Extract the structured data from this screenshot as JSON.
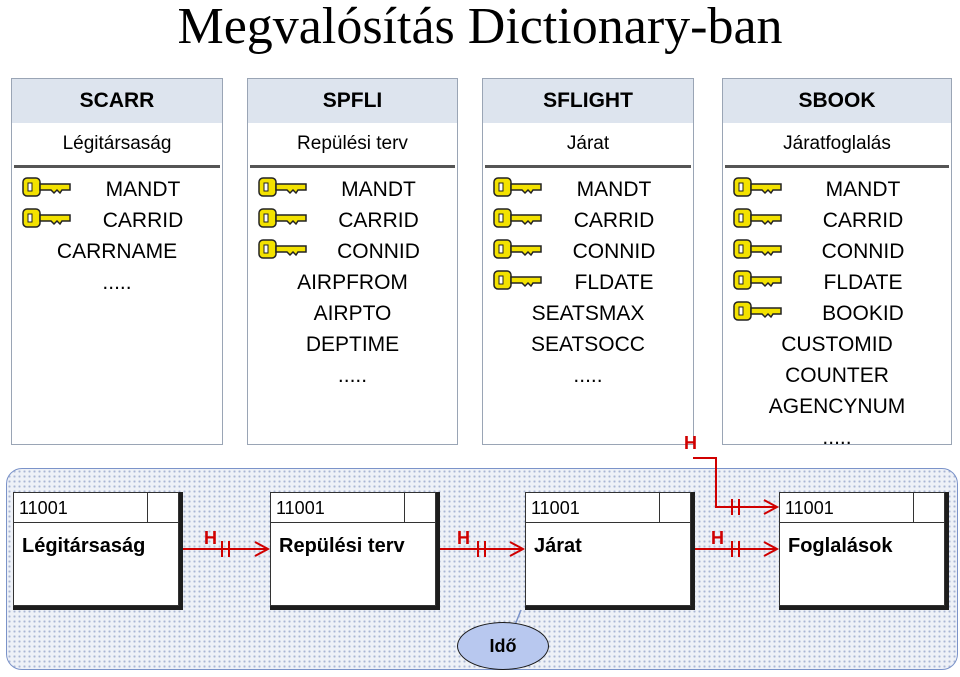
{
  "title": "Megvalósítás Dictionary-ban",
  "tables": [
    {
      "name": "SCARR",
      "desc": "Légitársaság",
      "fields": [
        {
          "n": "MANDT",
          "key": true
        },
        {
          "n": "CARRID",
          "key": true
        },
        {
          "n": "CARRNAME",
          "key": false
        },
        {
          "n": ".....",
          "key": false
        }
      ]
    },
    {
      "name": "SPFLI",
      "desc": "Repülési terv",
      "fields": [
        {
          "n": "MANDT",
          "key": true
        },
        {
          "n": "CARRID",
          "key": true
        },
        {
          "n": "CONNID",
          "key": true
        },
        {
          "n": "AIRPFROM",
          "key": false
        },
        {
          "n": "AIRPTO",
          "key": false
        },
        {
          "n": "DEPTIME",
          "key": false
        },
        {
          "n": ".....",
          "key": false
        }
      ]
    },
    {
      "name": "SFLIGHT",
      "desc": "Járat",
      "fields": [
        {
          "n": "MANDT",
          "key": true
        },
        {
          "n": "CARRID",
          "key": true
        },
        {
          "n": "CONNID",
          "key": true
        },
        {
          "n": "FLDATE",
          "key": true
        },
        {
          "n": "SEATSMAX",
          "key": false
        },
        {
          "n": "SEATSOCC",
          "key": false
        },
        {
          "n": ".....",
          "key": false
        }
      ]
    },
    {
      "name": "SBOOK",
      "desc": "Járatfoglalás",
      "fields": [
        {
          "n": "MANDT",
          "key": true
        },
        {
          "n": "CARRID",
          "key": true
        },
        {
          "n": "CONNID",
          "key": true
        },
        {
          "n": "FLDATE",
          "key": true
        },
        {
          "n": "BOOKID",
          "key": true
        },
        {
          "n": "CUSTOMID",
          "key": false
        },
        {
          "n": "COUNTER",
          "key": false
        },
        {
          "n": "AGENCYNUM",
          "key": false
        },
        {
          "n": ".....",
          "key": false
        }
      ]
    }
  ],
  "objects": [
    {
      "id": "11001",
      "label": "Légitársaság"
    },
    {
      "id": "11001",
      "label": "Repülési terv"
    },
    {
      "id": "11001",
      "label": "Járat"
    },
    {
      "id": "11001",
      "label": "Foglalások"
    }
  ],
  "relation_label": "H",
  "time_label": "Idő",
  "colors": {
    "key_fill": "#f3e200",
    "relation": "#d00000",
    "oval": "#b8c8ef",
    "header": "#dde4ee"
  }
}
